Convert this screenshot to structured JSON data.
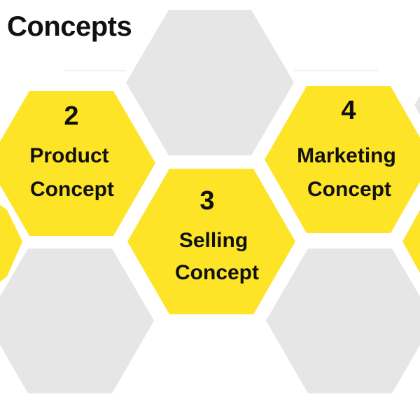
{
  "title": "Concepts",
  "colors": {
    "highlight": "#fde427",
    "neutral": "#e6e6e6",
    "text": "#111111"
  },
  "cells": [
    {
      "number": "2",
      "line1": "Product",
      "line2": "Concept"
    },
    {
      "number": "3",
      "line1": "Selling",
      "line2": "Concept"
    },
    {
      "number": "4",
      "line1": "Marketing",
      "line2": "Concept"
    }
  ]
}
